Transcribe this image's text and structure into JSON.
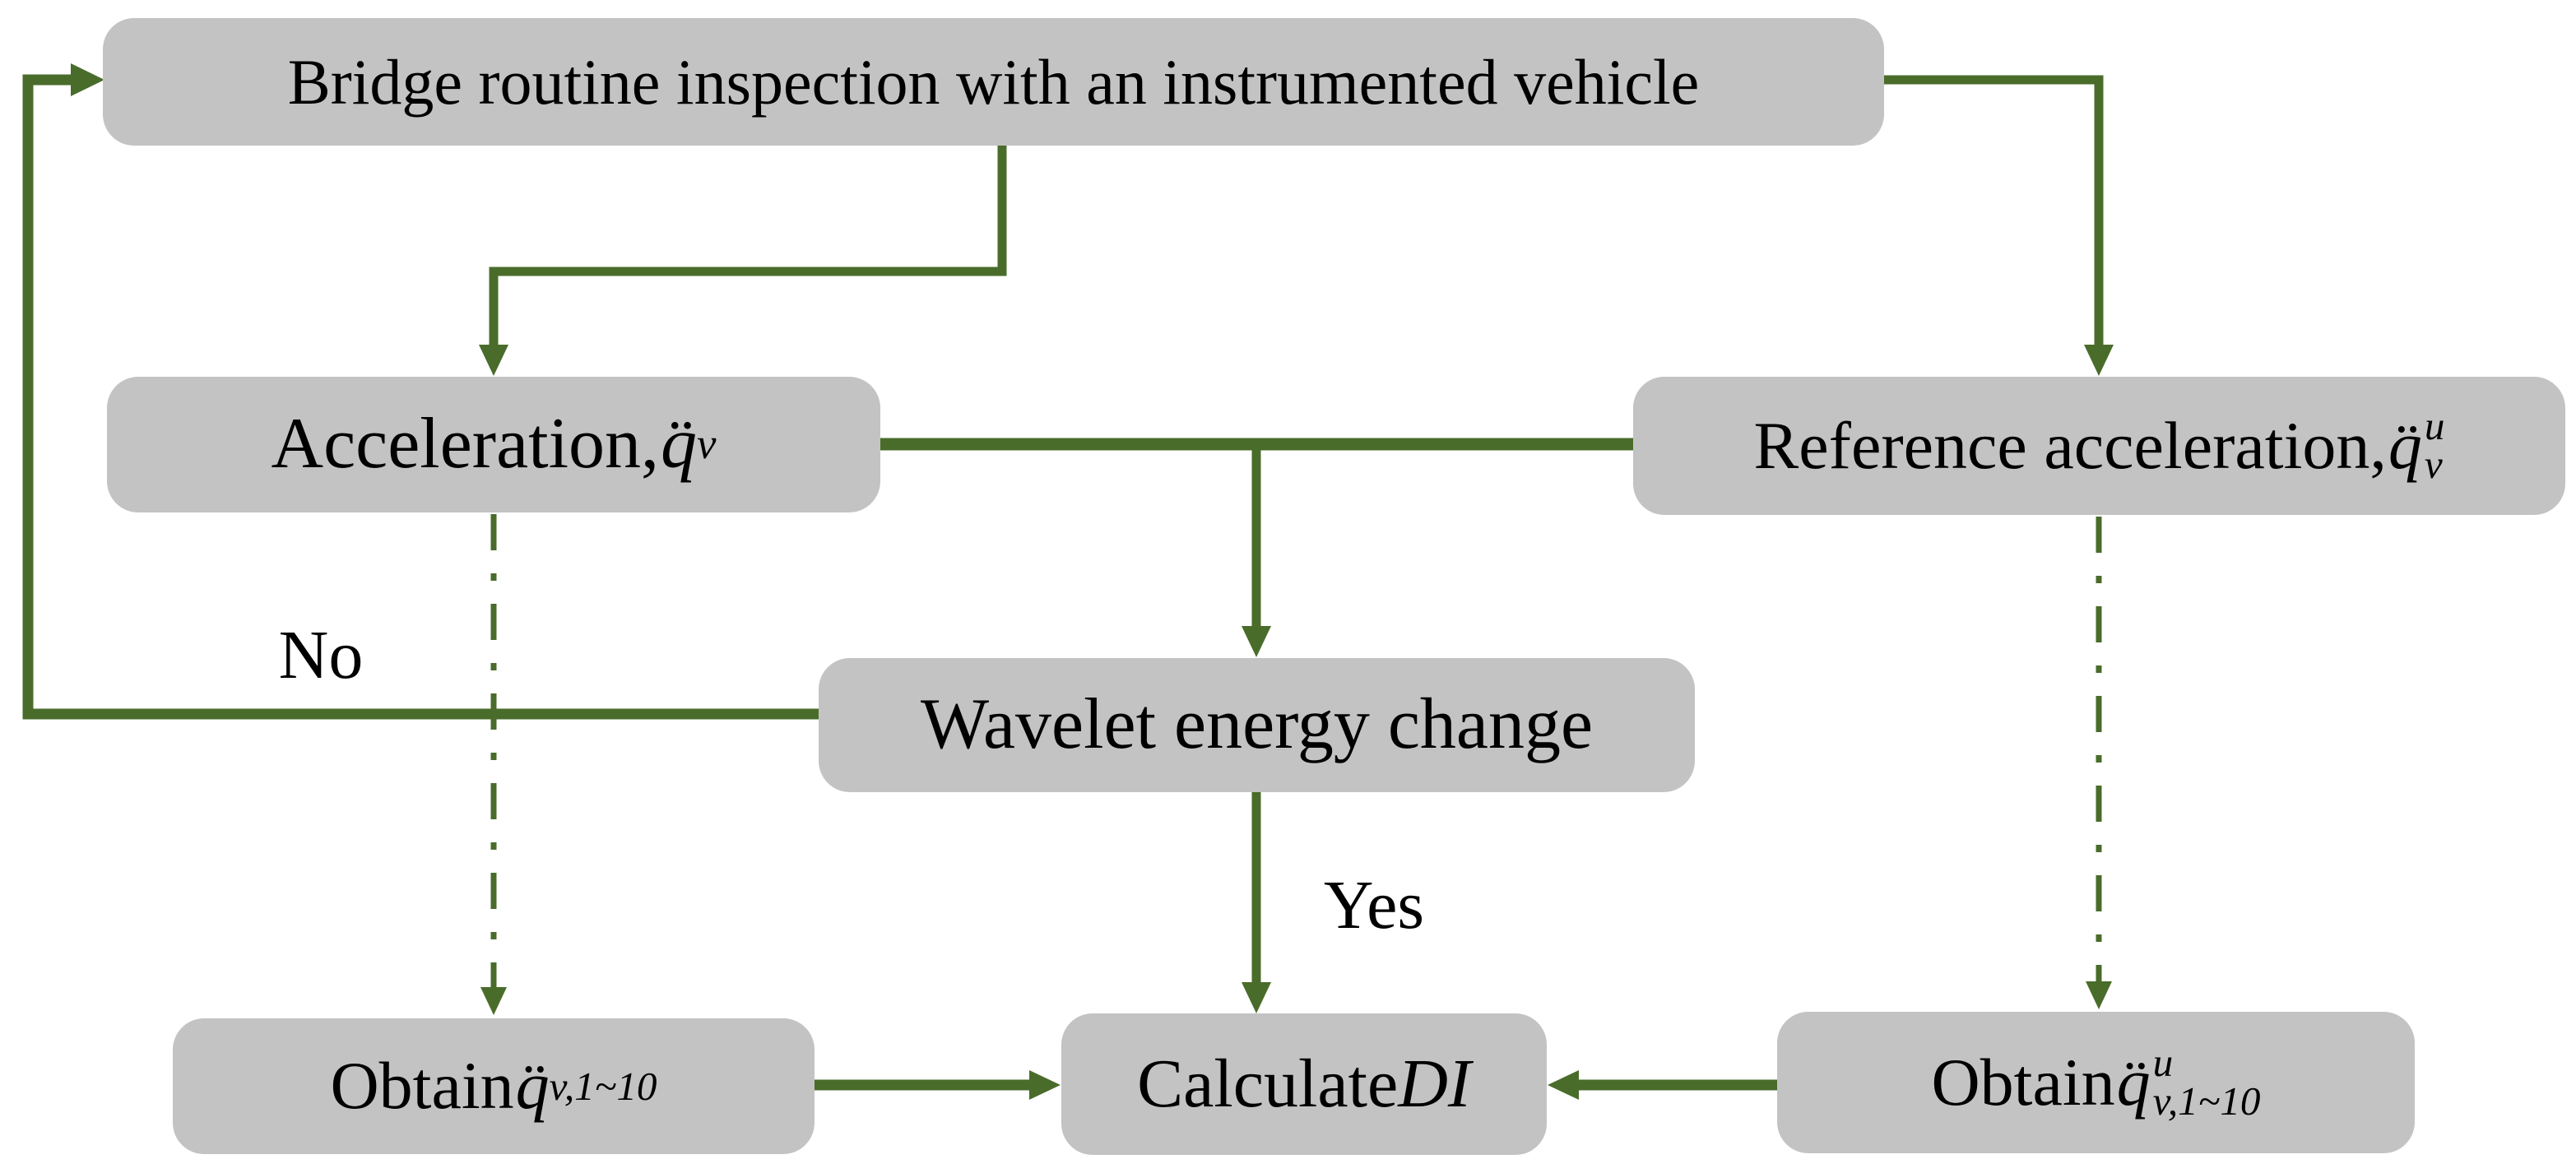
{
  "figure": {
    "type": "flowchart",
    "colors": {
      "arrow_green": "#4a6c2b",
      "box_fill": "#c3c3c3",
      "text": "#000000",
      "background": "#ffffff"
    },
    "nodes": {
      "bridge": {
        "label": "Bridge routine inspection with an instrumented vehicle"
      },
      "acceleration": {
        "prefix": "Acceleration, ",
        "symbol": "q̈",
        "sub": "v"
      },
      "reference": {
        "prefix": "Reference acceleration, ",
        "symbol": "q̈",
        "sup": "u",
        "sub": "v"
      },
      "wavelet": {
        "label": "Wavelet energy change"
      },
      "obtain_v": {
        "prefix": "Obtain ",
        "symbol": "q̈",
        "sub": "v,1~10"
      },
      "calculate": {
        "prefix": "Calculate ",
        "di": "DI"
      },
      "obtain_u": {
        "prefix": "Obtain ",
        "symbol": "q̈",
        "sup": "u",
        "sub": "v,1~10"
      }
    },
    "edge_labels": {
      "no": "No",
      "yes": "Yes"
    }
  }
}
